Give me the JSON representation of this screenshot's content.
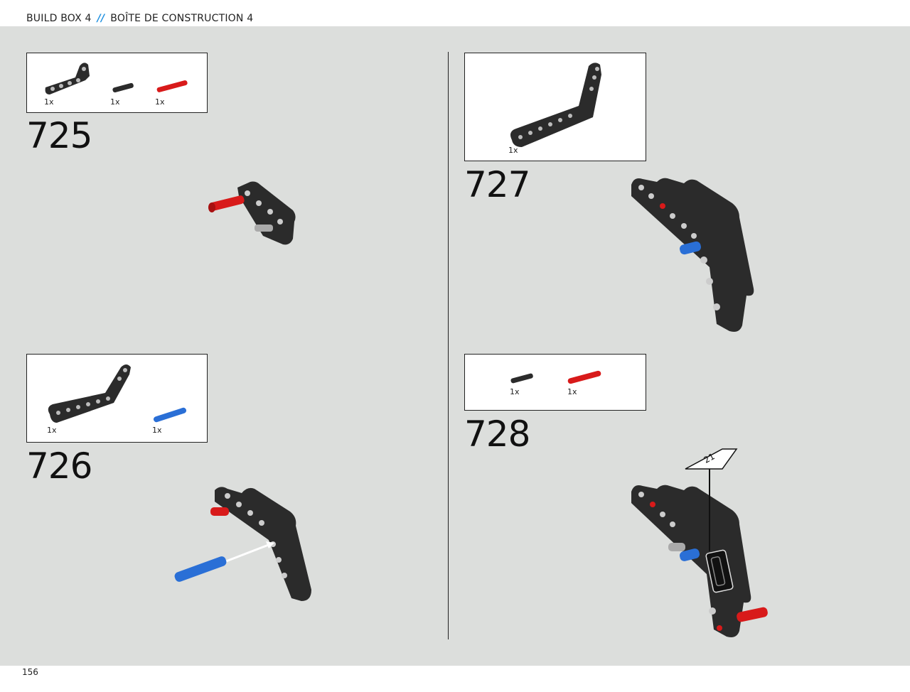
{
  "header": {
    "left_title": "BUILD BOX 4",
    "separator": "//",
    "right_title": "BOÎTE DE CONSTRUCTION 4"
  },
  "page_number": "156",
  "steps": [
    {
      "number": "725",
      "parts": [
        {
          "qty": "1x",
          "part": "black-l-beam"
        },
        {
          "qty": "1x",
          "part": "black-pin"
        },
        {
          "qty": "1x",
          "part": "red-axle-pin"
        }
      ]
    },
    {
      "number": "726",
      "parts": [
        {
          "qty": "1x",
          "part": "black-bent-beam"
        },
        {
          "qty": "1x",
          "part": "blue-axle-pin"
        }
      ]
    },
    {
      "number": "727",
      "parts": [
        {
          "qty": "1x",
          "part": "black-bent-beam"
        }
      ]
    },
    {
      "number": "728",
      "parts": [
        {
          "qty": "1x",
          "part": "black-pin"
        },
        {
          "qty": "1x",
          "part": "red-axle-pin"
        }
      ],
      "sticker": "21"
    }
  ],
  "colors": {
    "background": "#dcdedc",
    "brick_black": "#2b2b2b",
    "pin_red": "#d81a1a",
    "pin_blue": "#2a6fd6",
    "accent": "#1e90e0"
  }
}
